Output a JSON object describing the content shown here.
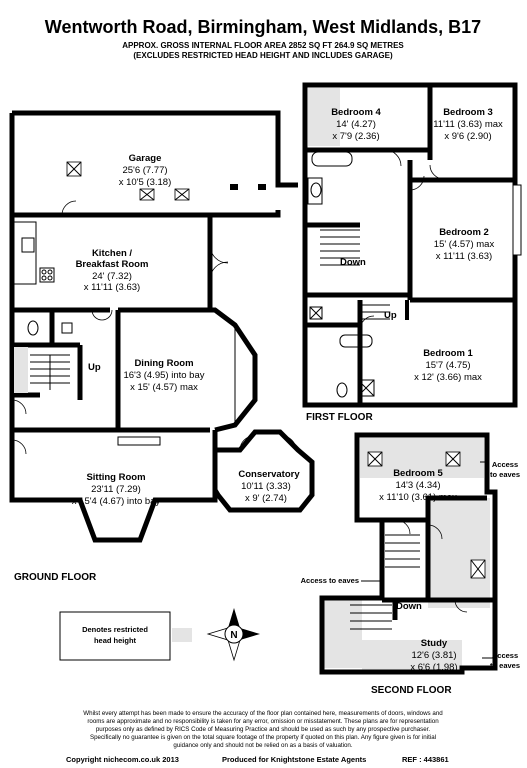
{
  "header": {
    "title": "Wentworth Road, Birmingham, West Midlands, B17",
    "area_line1": "APPROX. GROSS INTERNAL FLOOR AREA 2852 SQ FT 264.9 SQ METRES",
    "area_line2": "(EXCLUDES RESTRICTED HEAD HEIGHT AND INCLUDES GARAGE)"
  },
  "rooms": {
    "garage": {
      "name": "Garage",
      "dim1": "25'6 (7.77)",
      "dim2": "x 10'5 (3.18)"
    },
    "kitchen": {
      "name1": "Kitchen /",
      "name2": "Breakfast Room",
      "dim1": "24' (7.32)",
      "dim2": "x 11'11 (3.63)"
    },
    "dining": {
      "name": "Dining Room",
      "dim1": "16'3 (4.95) into bay",
      "dim2": "x 15' (4.57) max"
    },
    "sitting": {
      "name": "Sitting Room",
      "dim1": "23'11 (7.29)",
      "dim2": "x 15'4 (4.67) into bay"
    },
    "conservatory": {
      "name": "Conservatory",
      "dim1": "10'11 (3.33)",
      "dim2": "x 9' (2.74)"
    },
    "bedroom4": {
      "name": "Bedroom 4",
      "dim1": "14' (4.27)",
      "dim2": "x 7'9 (2.36)"
    },
    "bedroom3": {
      "name": "Bedroom 3",
      "dim1": "11'11 (3.63) max",
      "dim2": "x 9'6 (2.90)"
    },
    "bedroom2": {
      "name": "Bedroom 2",
      "dim1": "15' (4.57) max",
      "dim2": "x 11'11 (3.63)"
    },
    "bedroom1": {
      "name": "Bedroom 1",
      "dim1": "15'7 (4.75)",
      "dim2": "x 12' (3.66) max"
    },
    "bedroom5": {
      "name": "Bedroom 5",
      "dim1": "14'3 (4.34)",
      "dim2": "x 11'10 (3.61) max"
    },
    "study": {
      "name": "Study",
      "dim1": "12'6 (3.81)",
      "dim2": "x 6'6 (1.98)"
    }
  },
  "stairs": {
    "up": "Up",
    "down": "Down"
  },
  "floors": {
    "ground": "GROUND FLOOR",
    "first": "FIRST FLOOR",
    "second": "SECOND FLOOR"
  },
  "eaves": {
    "right_top_1": "Access",
    "right_top_2": "to eaves",
    "left": "Access to eaves",
    "right_bottom_1": "Access",
    "right_bottom_2": "to eaves"
  },
  "compass": "N",
  "legend": {
    "line1": "Denotes restricted",
    "line2": "head height"
  },
  "disclaimer": [
    "Whilst every attempt has been made to ensure the accuracy of the floor plan contained here, measurements of doors, windows and",
    "rooms are approximate and no responsibility is taken for any error, omission or misstatement. These plans are for representation",
    "purposes only as defined by RICS Code of Measuring Practice and should be used as such by any prospective purchaser.",
    "Specifically no guarantee is given on the total square footage of the property if quoted on this plan. Any figure given is for initial",
    "guidance only and should not be relied on as a basis of valuation."
  ],
  "footer": {
    "copyright": "Copyright nichecom.co.uk 2013",
    "produced": "Produced for Knightstone Estate Agents",
    "ref": "REF :  443861"
  }
}
